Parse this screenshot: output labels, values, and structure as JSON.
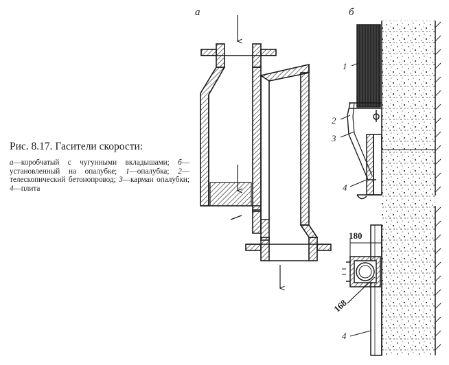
{
  "caption": {
    "title": "Рис. 8.17. Гасители скорости:",
    "a_key": "а",
    "a_text": "—коробчатый с чугунными вкладышами; ",
    "b_key": "б",
    "b_text": "—установленный на опалубке; ",
    "n1_key": "1",
    "n1_text": "—опалубка; ",
    "n2_key": "2",
    "n2_text": "—телескопический бетонопровод; ",
    "n3_key": "3",
    "n3_text": "—карман опалубки; ",
    "n4_key": "4",
    "n4_text": "—плита"
  },
  "figure": {
    "label_a": "а",
    "label_b": "б",
    "callout_1": "1",
    "callout_2": "2",
    "callout_3": "3",
    "callout_4_top": "4",
    "callout_4_bottom": "4",
    "dim_180": "180",
    "dim_168": "168"
  },
  "colors": {
    "ink": "#1a1a1a",
    "paper": "#ffffff",
    "hatch": "#333333"
  }
}
